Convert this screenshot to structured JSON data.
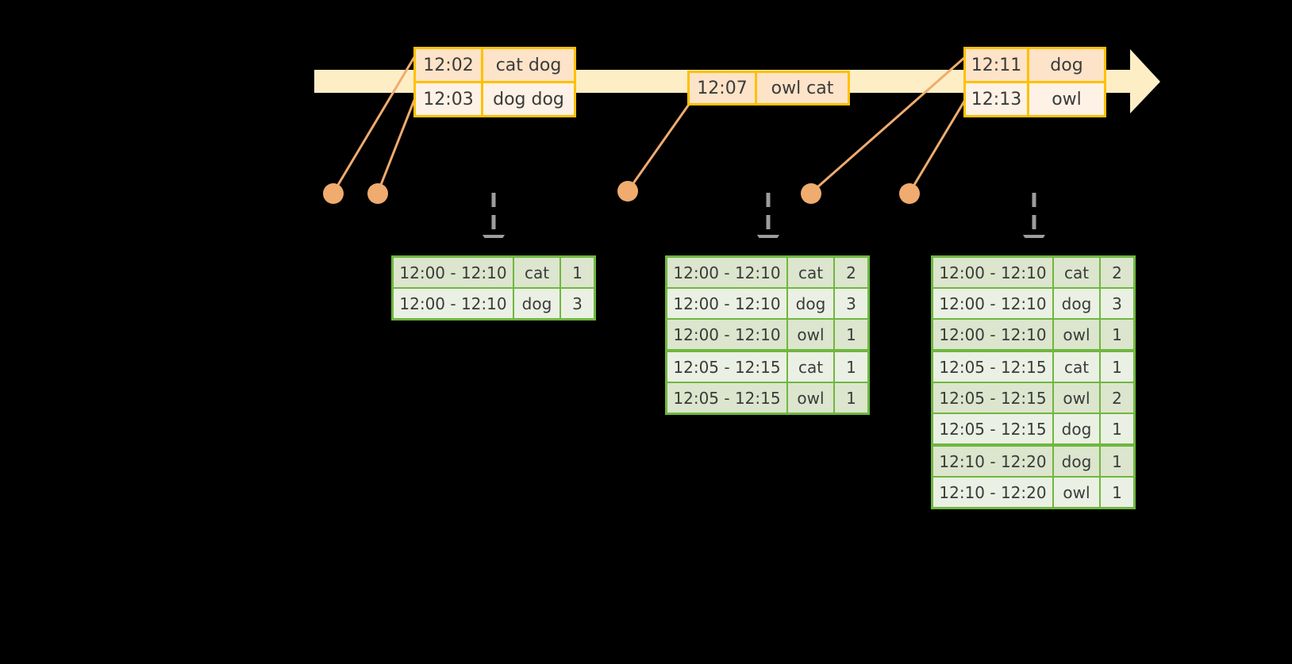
{
  "timeline": {
    "label": "event-stream-timeline",
    "bar_color": "#fdeec6",
    "border_color": "#ffc000",
    "connector_color": "#f0ab6e"
  },
  "events": [
    {
      "id": "event-group-1",
      "rows": [
        {
          "time": "12:02",
          "text": "cat dog"
        },
        {
          "time": "12:03",
          "text": "dog dog"
        }
      ]
    },
    {
      "id": "event-group-2",
      "rows": [
        {
          "time": "12:07",
          "text": "owl cat"
        }
      ]
    },
    {
      "id": "event-group-3",
      "rows": [
        {
          "time": "12:11",
          "text": "dog"
        },
        {
          "time": "12:13",
          "text": "owl"
        }
      ]
    }
  ],
  "tables": [
    {
      "id": "result-table-1",
      "rows": [
        {
          "window": "12:00 - 12:10",
          "key": "cat",
          "count": "1"
        },
        {
          "window": "12:00 - 12:10",
          "key": "dog",
          "count": "3"
        }
      ]
    },
    {
      "id": "result-table-2",
      "rows": [
        {
          "window": "12:00 - 12:10",
          "key": "cat",
          "count": "2"
        },
        {
          "window": "12:00 - 12:10",
          "key": "dog",
          "count": "3"
        },
        {
          "window": "12:00 - 12:10",
          "key": "owl",
          "count": "1"
        },
        {
          "window": "12:05 - 12:15",
          "key": "cat",
          "count": "1"
        },
        {
          "window": "12:05 - 12:15",
          "key": "owl",
          "count": "1"
        }
      ]
    },
    {
      "id": "result-table-3",
      "rows": [
        {
          "window": "12:00 - 12:10",
          "key": "cat",
          "count": "2"
        },
        {
          "window": "12:00 - 12:10",
          "key": "dog",
          "count": "3"
        },
        {
          "window": "12:00 - 12:10",
          "key": "owl",
          "count": "1"
        },
        {
          "window": "12:05 - 12:15",
          "key": "cat",
          "count": "1"
        },
        {
          "window": "12:05 - 12:15",
          "key": "owl",
          "count": "2"
        },
        {
          "window": "12:05 - 12:15",
          "key": "dog",
          "count": "1"
        },
        {
          "window": "12:10 - 12:20",
          "key": "dog",
          "count": "1"
        },
        {
          "window": "12:10 - 12:20",
          "key": "owl",
          "count": "1"
        }
      ]
    }
  ],
  "colors": {
    "table_border": "#6fb73f",
    "row_shade_dark": "#dce5cd",
    "row_shade_light": "#eaf0e3",
    "text": "#3b3b3b",
    "dashed_arrow": "#9d9d9d",
    "background": "#000000"
  }
}
